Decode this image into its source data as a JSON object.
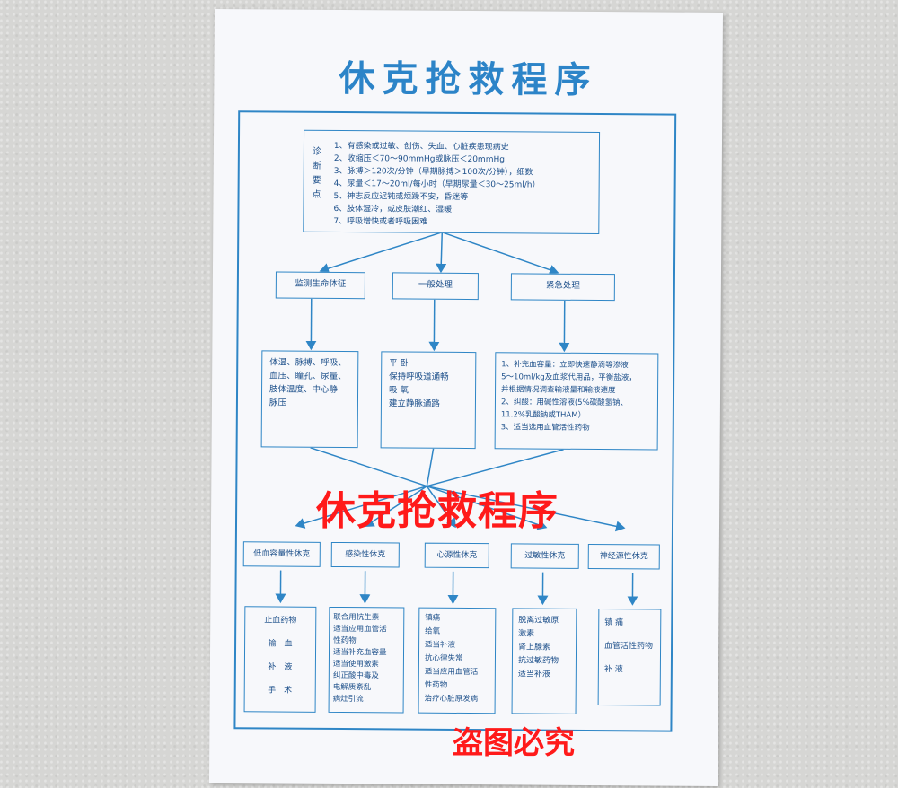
{
  "poster": {
    "title": "休克抢救程序",
    "diagnosis": {
      "side_label": "诊断要点",
      "items": [
        "1、有感染或过敏、创伤、失血、心脏疾患现病史",
        "2、收缩压＜70～90mmHg或脉压＜20mmHg",
        "3、脉搏＞120次/分钟（早期脉搏＞100次/分钟），细数",
        "4、尿量＜17～20ml/每小时（早期尿量＜30～25ml/h）",
        "5、神志反应迟钝或烦躁不安，昏迷等",
        "6、肢体湿冷，或皮肤潮红、湿暖",
        "7、呼吸增快或者呼吸困难"
      ]
    },
    "level2": {
      "monitor": "监测生命体征",
      "general": "一般处理",
      "emergency": "紧急处理"
    },
    "level3": {
      "monitor_lines": [
        "体温、脉搏、呼吸、",
        "血压、瞳孔、尿量、",
        "肢体温度、中心静",
        "脉压"
      ],
      "general_lines": [
        "平  卧",
        "保持呼吸道通畅",
        "吸  氧",
        "建立静脉通路"
      ],
      "emergency_lines": [
        "1、补充血容量：立即快速静滴等渗液",
        "5～10ml/kg及血浆代用品，平衡盐液，",
        "并根据情况调查输液量和输液速度",
        "2、纠酸：用碱性溶液(5%碳酸氢钠、",
        "11.2%乳酸钠或THAM）",
        "3、适当选用血管活性药物"
      ]
    },
    "types": {
      "hypovolemic": "低血容量性休克",
      "septic": "感染性休克",
      "cardiogenic": "心源性休克",
      "anaphylactic": "过敏性休克",
      "neurogenic": "神经源性休克"
    },
    "treatments": {
      "hypovolemic": [
        "止血药物",
        "输　血",
        "补　液",
        "手　术"
      ],
      "septic": [
        "联合用抗生素",
        "适当应用血管活",
        "性药物",
        "适当补充血容量",
        "适当使用激素",
        "纠正酸中毒及",
        "电解质紊乱",
        "病灶引流"
      ],
      "cardiogenic": [
        "镇痛",
        "给氧",
        "适当补液",
        "抗心律失常",
        "适当应用血管活",
        "性药物",
        "治疗心脏原发病"
      ],
      "anaphylactic": [
        "脱离过敏原",
        "激素",
        "肾上腺素",
        "抗过敏药物",
        "适当补液"
      ],
      "neurogenic": [
        "镇  痛",
        "血管活性药物",
        "补  液"
      ]
    }
  },
  "watermarks": {
    "center": "休克抢救程序",
    "bottom": "盗图必究",
    "color": "#ff1a1a"
  },
  "colors": {
    "poster_blue": "#2f86c6",
    "text_blue": "#1c4f8a",
    "title_blue": "#2c84c8"
  }
}
